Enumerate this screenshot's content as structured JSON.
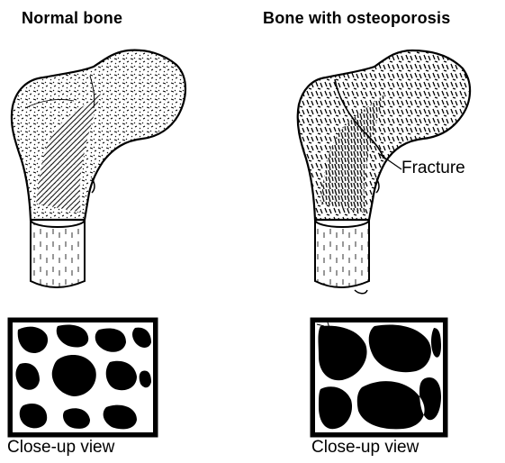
{
  "panels": {
    "normal": {
      "title": "Normal bone",
      "closeup_caption": "Close-up view"
    },
    "osteoporosis": {
      "title": "Bone with osteoporosis",
      "closeup_caption": "Close-up view",
      "callout": "Fracture"
    }
  }
}
